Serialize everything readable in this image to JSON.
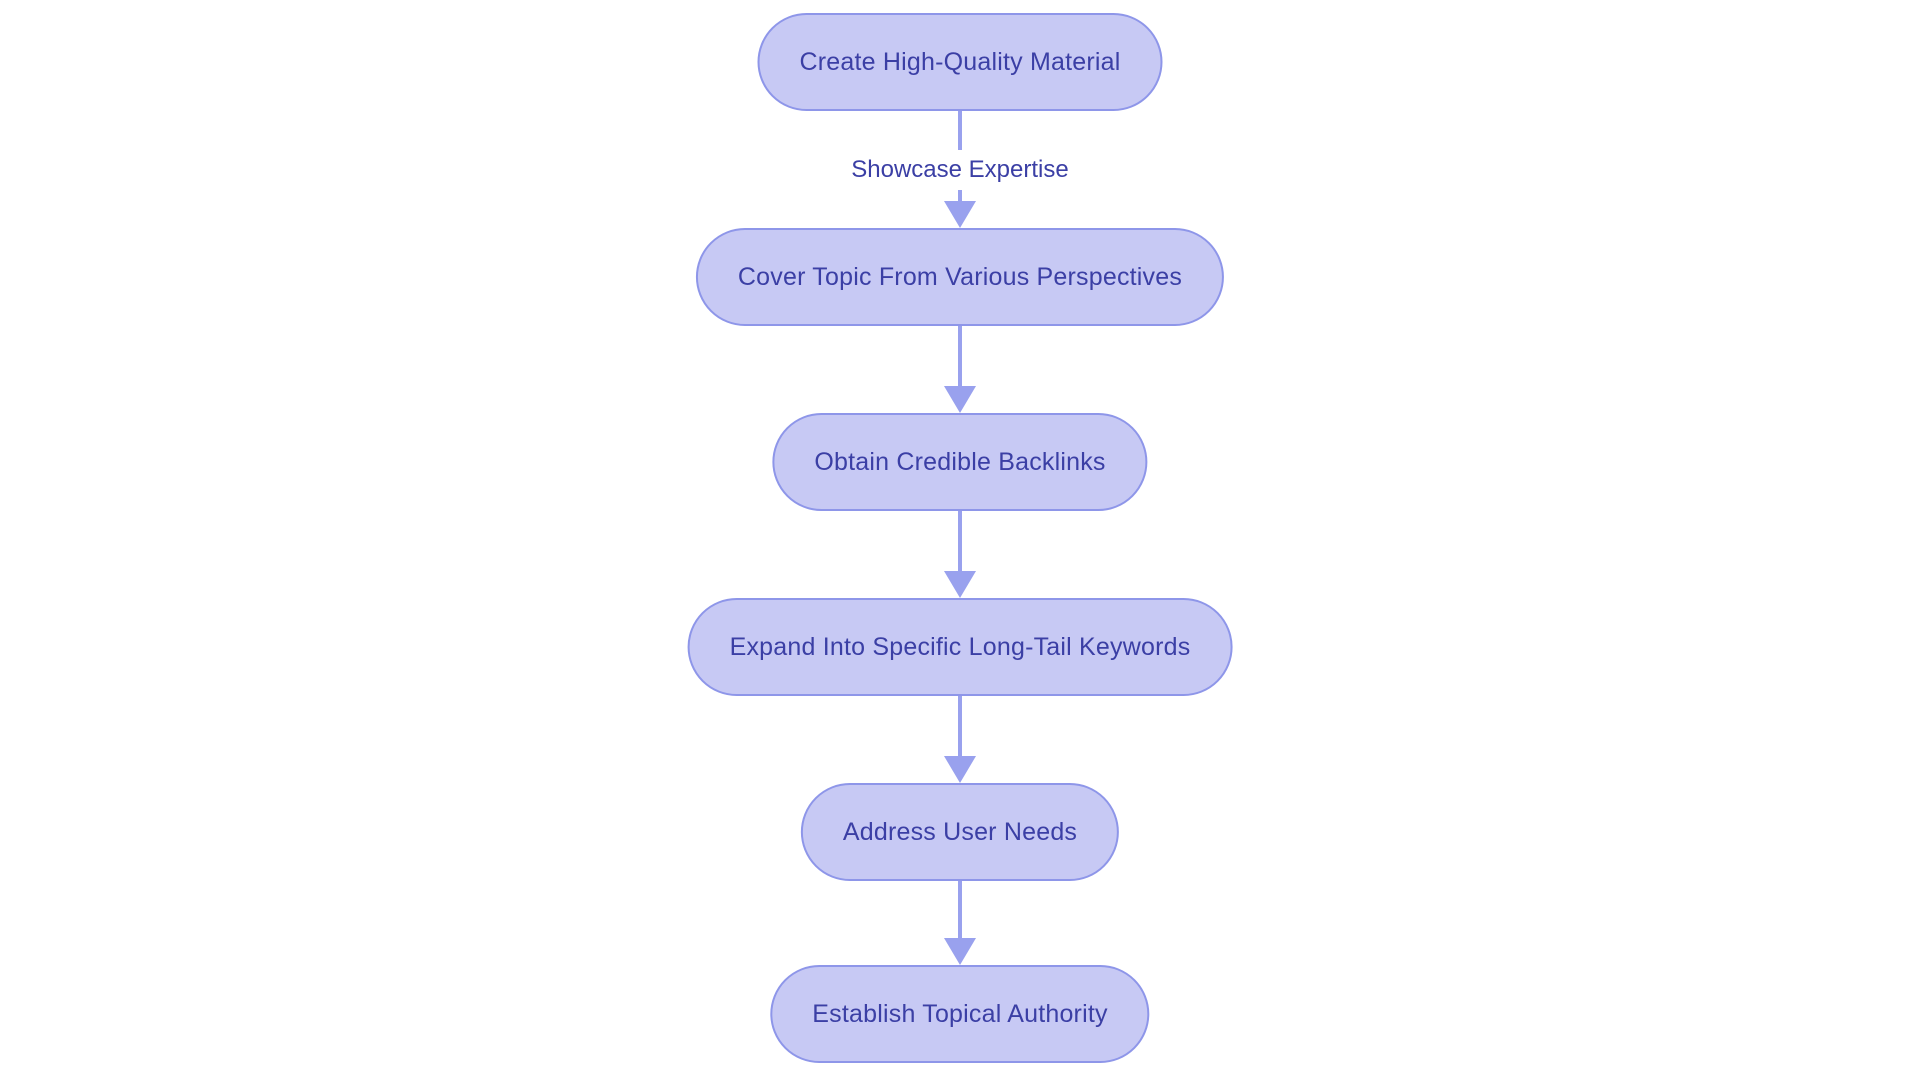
{
  "diagram": {
    "type": "flowchart",
    "direction": "top-down",
    "colors": {
      "node-fill": "#c7c9f4",
      "node-border": "#8e96e9",
      "node-text": "#3b3fa5",
      "arrow": "#99a1ee",
      "bg": "#ffffff"
    },
    "nodes": [
      {
        "id": "create-material",
        "label": "Create High-Quality Material"
      },
      {
        "id": "cover-topic",
        "label": "Cover Topic From Various Perspectives"
      },
      {
        "id": "obtain-backlinks",
        "label": "Obtain Credible Backlinks"
      },
      {
        "id": "expand-keywords",
        "label": "Expand Into Specific Long-Tail Keywords"
      },
      {
        "id": "address-needs",
        "label": "Address User Needs"
      },
      {
        "id": "establish-authority",
        "label": "Establish Topical Authority"
      }
    ],
    "edges": [
      {
        "from": 0,
        "to": 1,
        "label": "Showcase Expertise"
      },
      {
        "from": 1,
        "to": 2,
        "label": ""
      },
      {
        "from": 2,
        "to": 3,
        "label": ""
      },
      {
        "from": 3,
        "to": 4,
        "label": ""
      },
      {
        "from": 4,
        "to": 5,
        "label": ""
      }
    ]
  }
}
